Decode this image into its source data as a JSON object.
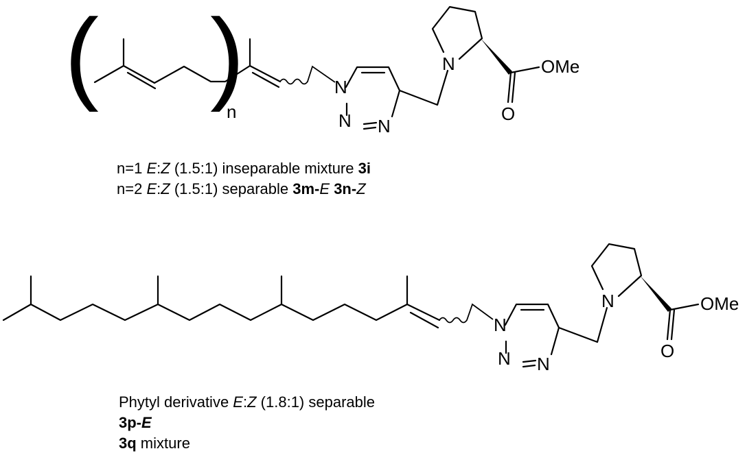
{
  "structure_top": {
    "repeat_label": "n",
    "atoms": {
      "n1": "N",
      "n2": "N",
      "n3": "N",
      "n_pro": "N",
      "ome": "OMe",
      "o": "O"
    }
  },
  "captions_top": {
    "line1": {
      "prefix": "n=1 ",
      "e": "E",
      "colon": ":",
      "z": "Z",
      "middle": " (1.5:1) inseparable mixture ",
      "cmpd": "3i"
    },
    "line2": {
      "prefix": "n=2 ",
      "e": "E",
      "colon": ":",
      "z": "Z",
      "middle": " (1.5:1) separable ",
      "cmpd1": "3m-",
      "cmpd1_suffix": "E",
      "space": " ",
      "cmpd2": "3n-",
      "cmpd2_suffix": "Z"
    }
  },
  "structure_bottom": {
    "atoms": {
      "n1": "N",
      "n2": "N",
      "n3": "N",
      "n_pro": "N",
      "ome": "OMe",
      "o": "O"
    }
  },
  "captions_bottom": {
    "line1": {
      "prefix": "Phytyl derivative ",
      "e": "E",
      "colon": ":",
      "z": "Z",
      "suffix": " (1.8:1) separable"
    },
    "line2": {
      "cmpd": "3p-",
      "cmpd_suffix": "E"
    },
    "line3": {
      "cmpd": "3q",
      "suffix": " mixture"
    }
  }
}
